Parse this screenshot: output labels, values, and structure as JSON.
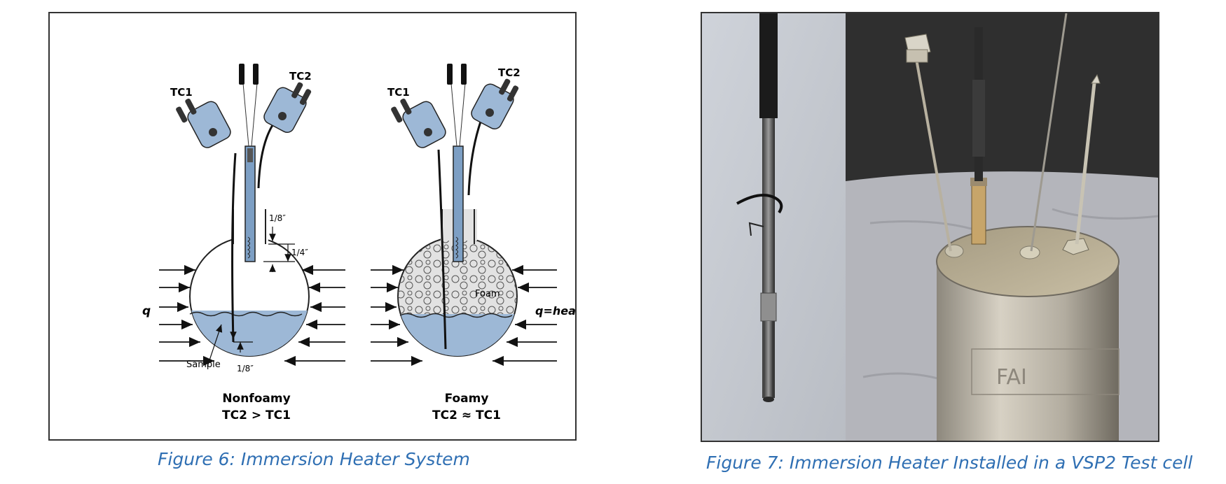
{
  "figure6": {
    "caption": "Figure 6:  Immersion Heater System",
    "left": {
      "tc1": "TC1",
      "tc2": "TC2",
      "dim_top": "1/8″",
      "dim_side": "1/4″",
      "dim_bottom": "1/8″",
      "q": "q",
      "sample": "Sample",
      "title": "Nonfoamy",
      "relation": "TC2 > TC1"
    },
    "right": {
      "tc1": "TC1",
      "tc2": "TC2",
      "foam": "Foam",
      "q_heat": "q=heat",
      "title": "Foamy",
      "relation": "TC2 ≈ TC1"
    },
    "colors": {
      "blue": "#9db8d6",
      "probe": "#7d9fc4",
      "outline": "#222222"
    }
  },
  "figure7": {
    "caption": "Figure 7:  Immersion Heater Installed in  a VSP2 Test cell",
    "cell_logo": "FAI"
  }
}
